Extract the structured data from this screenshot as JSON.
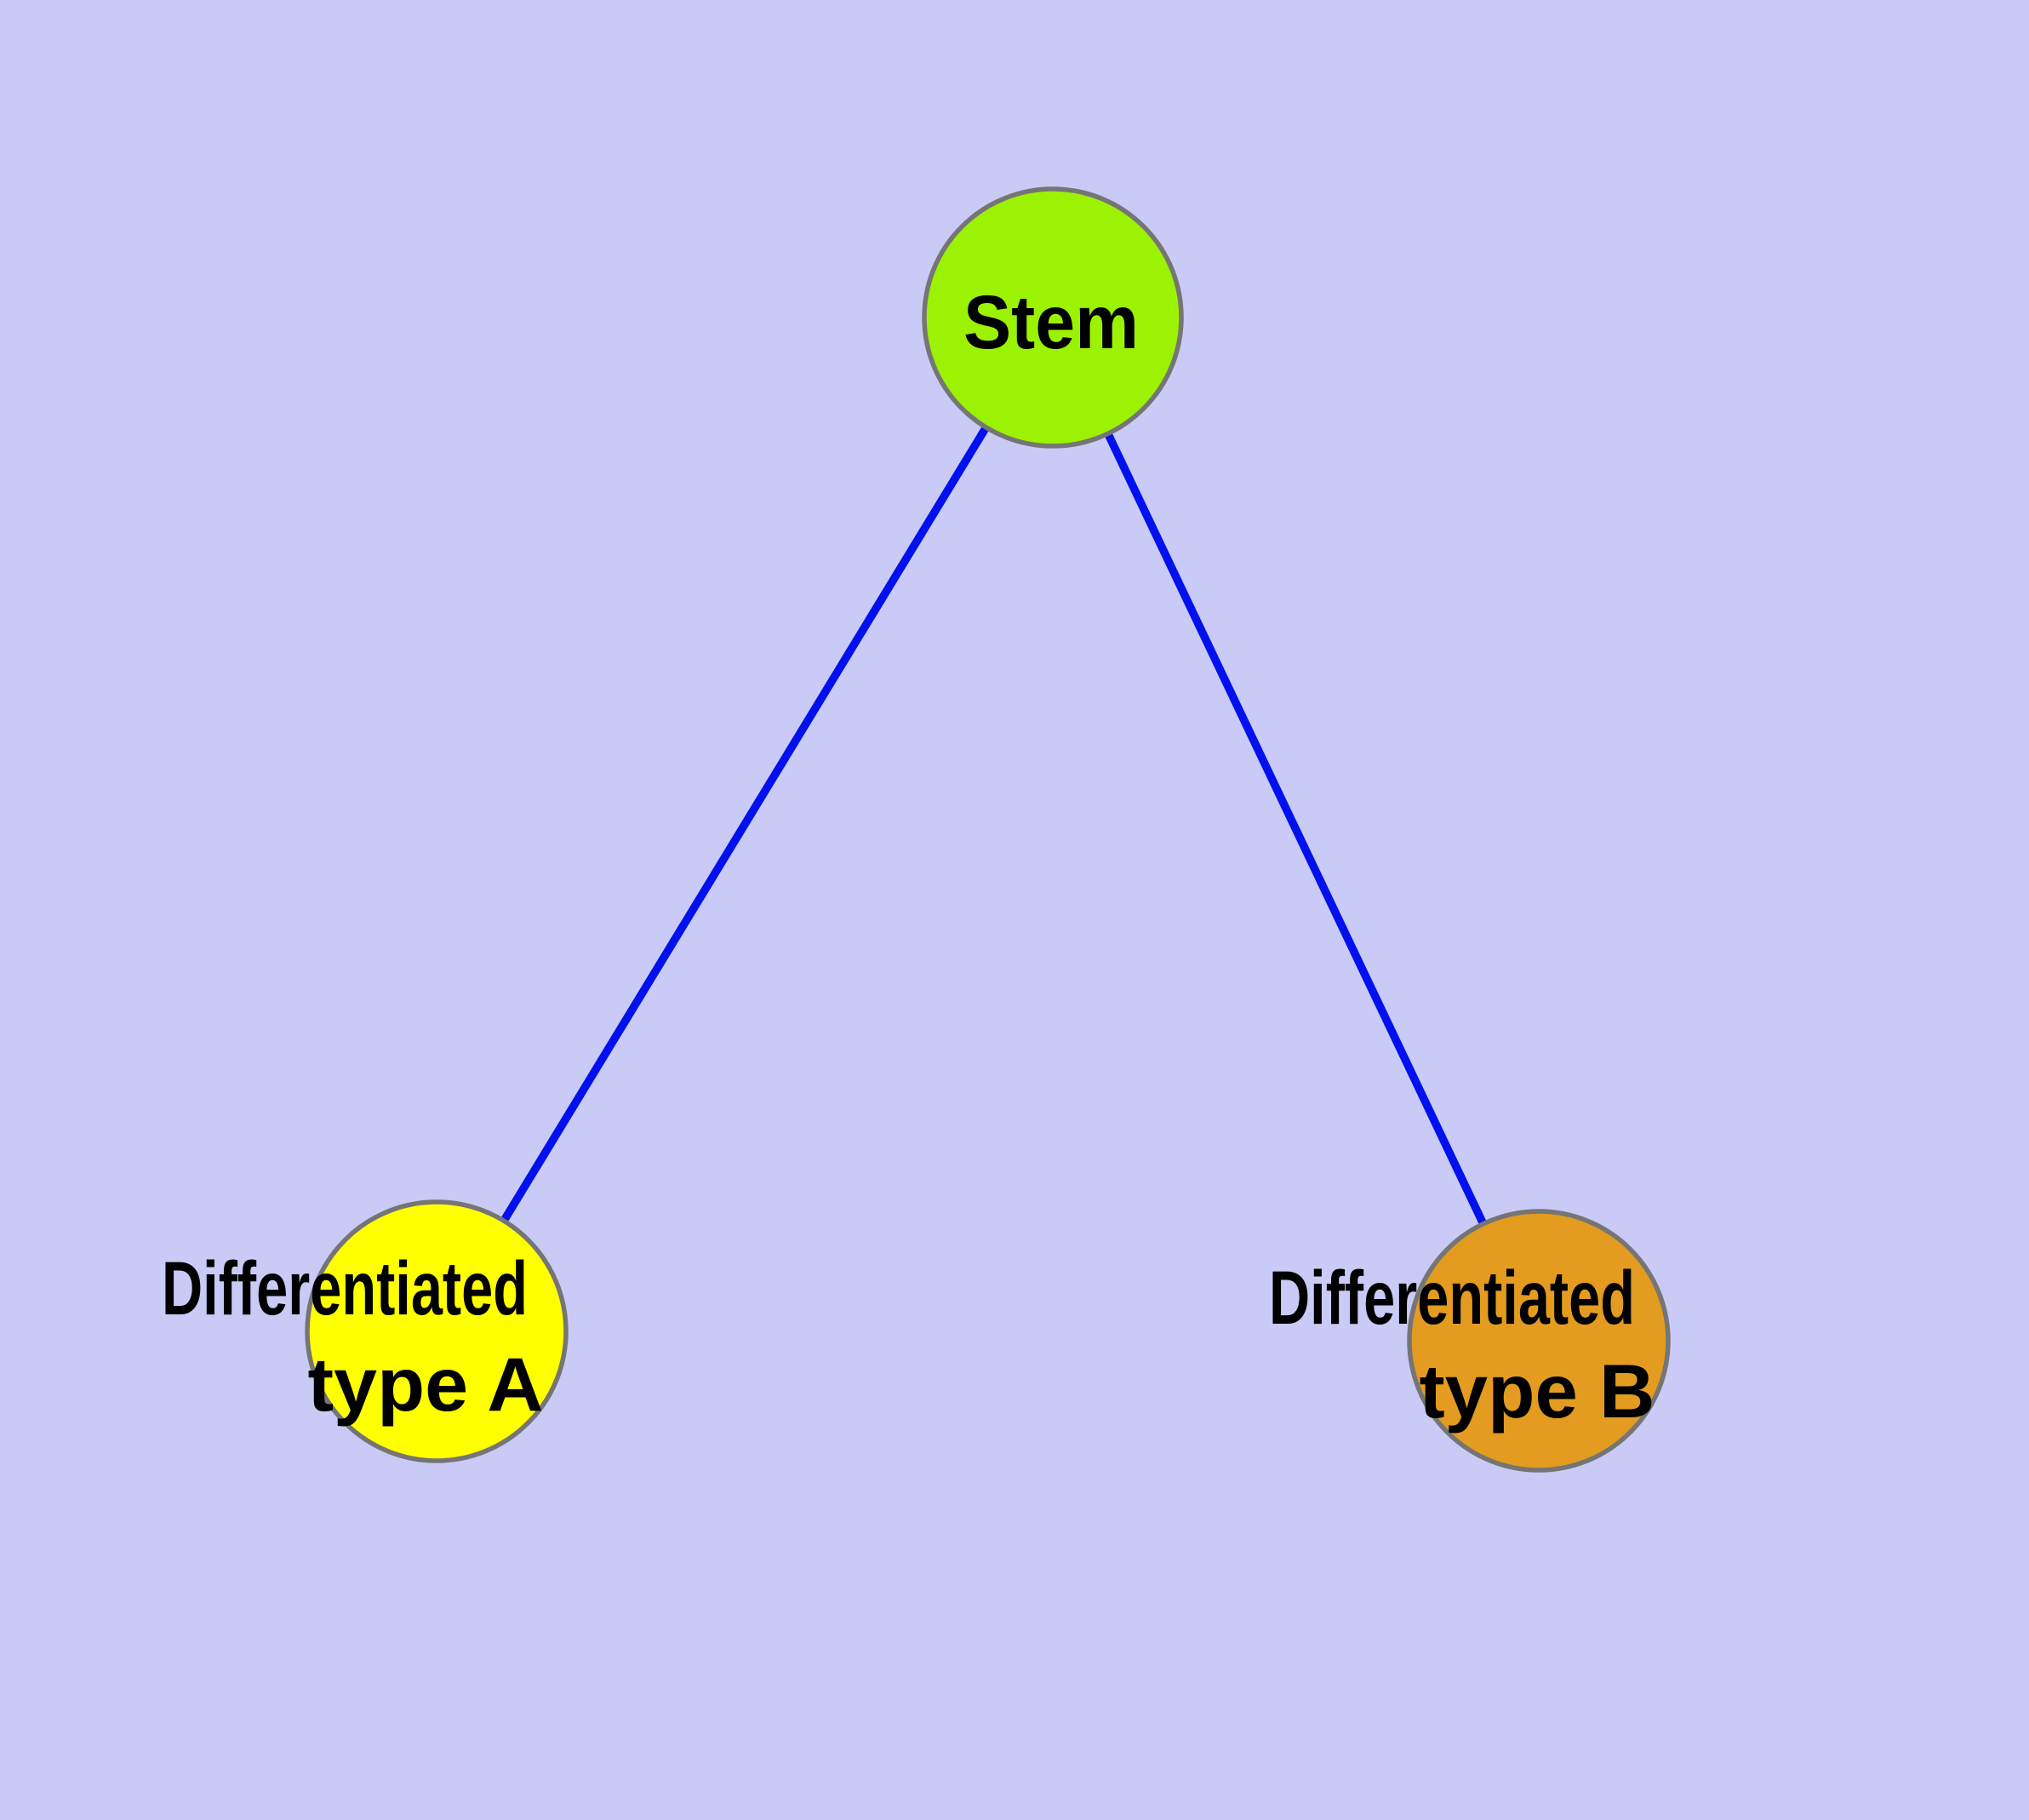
{
  "diagram": {
    "background_color": "#CACAF6",
    "edge_color": "#0010EE",
    "node_border_color": "#757575",
    "label_color": "#000000",
    "nodes": {
      "stem": {
        "label": "Stem",
        "color": "#9BF203"
      },
      "type_a": {
        "label_line1": "Differentiated",
        "label_line2": "type A",
        "full_label": "Differentiated type A",
        "color": "#FFFF00"
      },
      "type_b": {
        "label_line1": "Differentiated",
        "label_line2": "type B",
        "full_label": "Differentiated type B",
        "color": "#E39C20"
      }
    },
    "edges": [
      {
        "from": "Stem",
        "to": "Differentiated type A"
      },
      {
        "from": "Stem",
        "to": "Differentiated type B"
      }
    ]
  }
}
